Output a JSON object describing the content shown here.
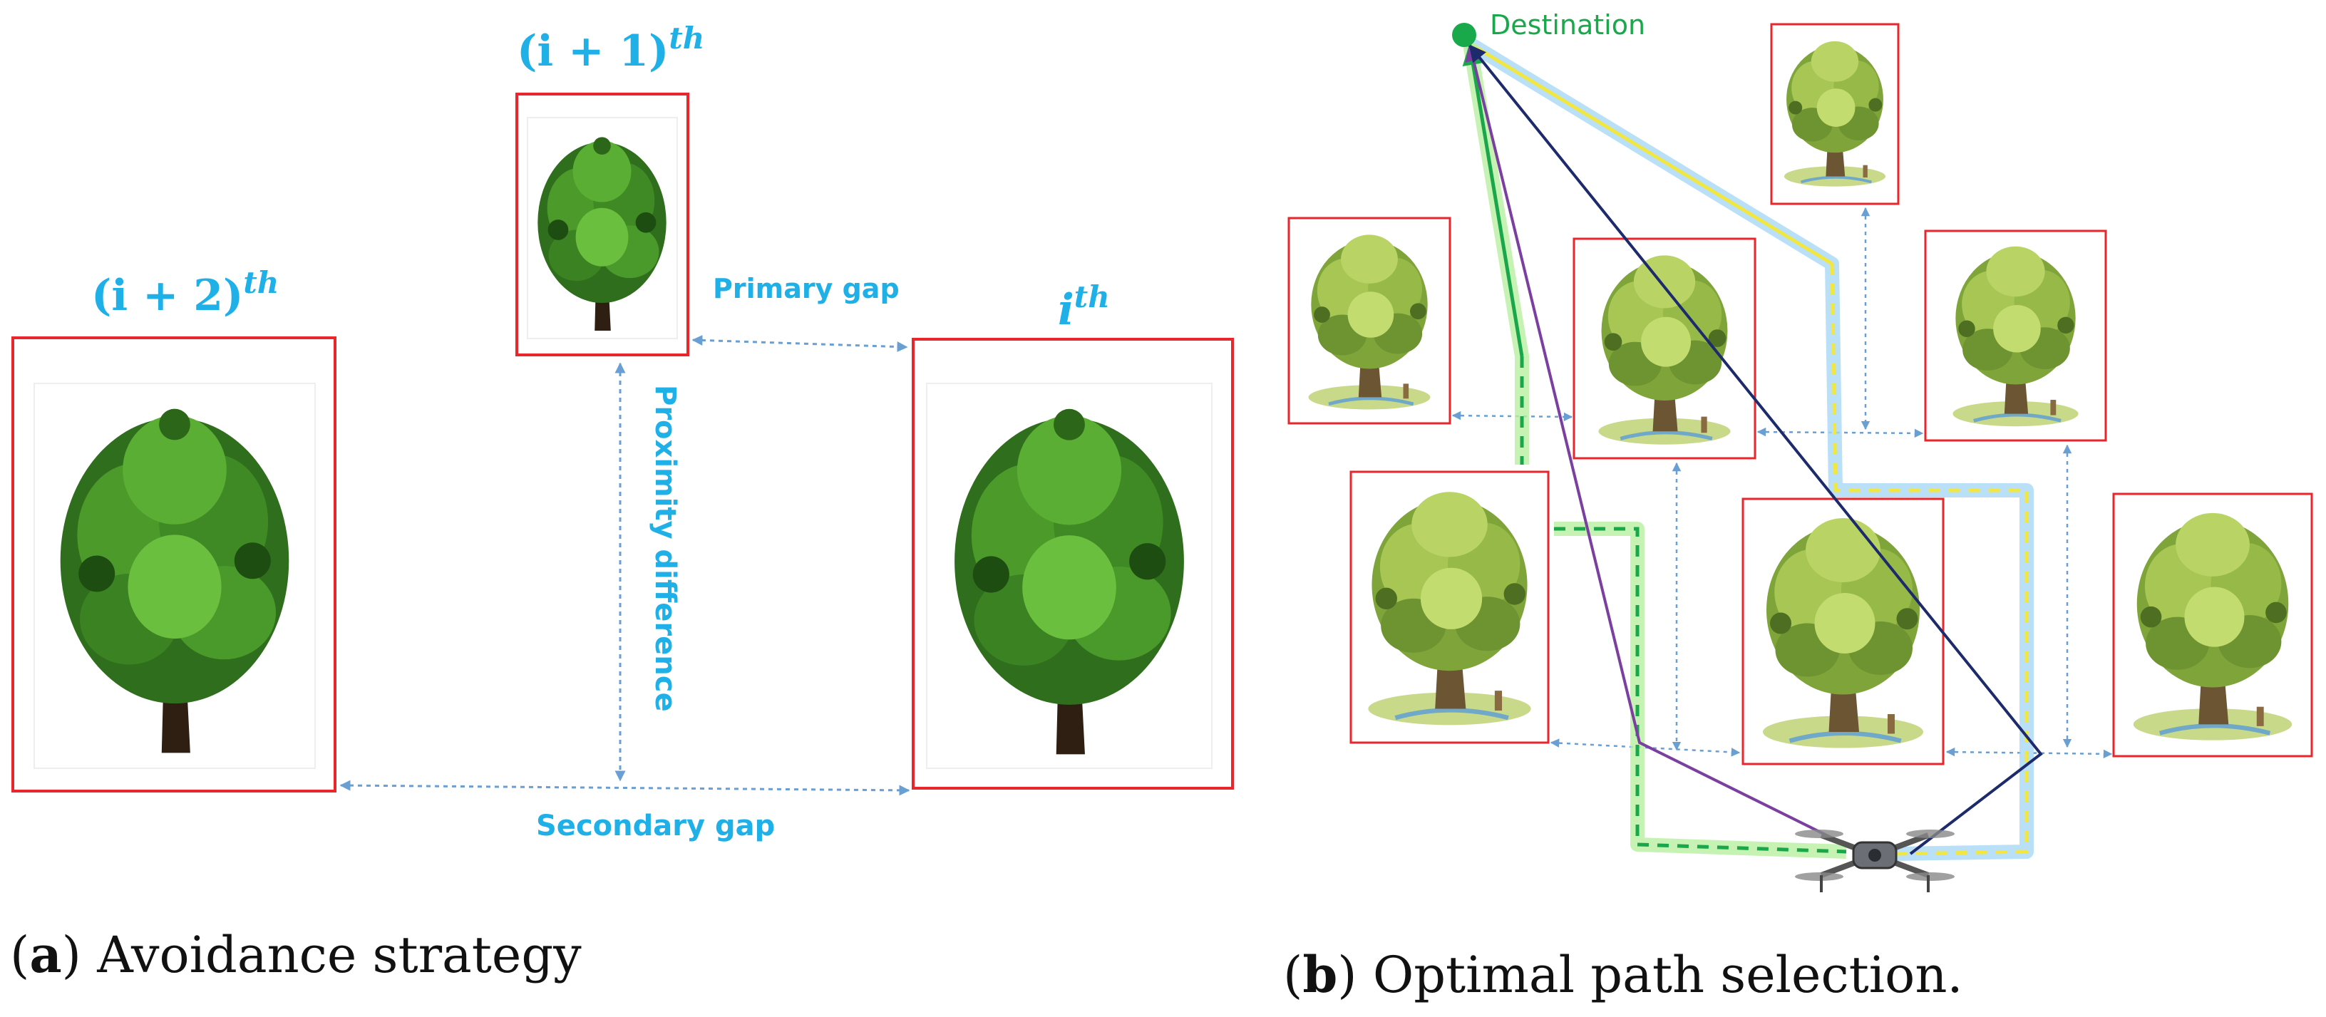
{
  "panel_a": {
    "labels": {
      "i_plus_1": "(i + 1)",
      "i_plus_1_sup": "th",
      "i_plus_2": "(i + 2)",
      "i_plus_2_sup": "th",
      "i": "i",
      "i_sup": "th",
      "primary_gap": "Primary gap",
      "secondary_gap": "Secondary gap",
      "proximity_difference": "Proximity difference"
    },
    "caption_letter": "a",
    "caption_text": "Avoidance strategy"
  },
  "panel_b": {
    "destination_label": "Destination",
    "caption_letter": "b",
    "caption_text": "Optimal path selection."
  },
  "colors": {
    "box_border": "#e8262b",
    "label_blue": "#1fb0e8",
    "arrow_blue": "#6a9fd4",
    "destination_green": "#19a84a",
    "path_green": "#1aa64a",
    "path_purple": "#7b3fa0",
    "path_navy": "#1d2a6b",
    "path_yellow": "#f2e640",
    "glow_green": "#b8f0a0",
    "glow_blue": "#a8d8f5"
  }
}
